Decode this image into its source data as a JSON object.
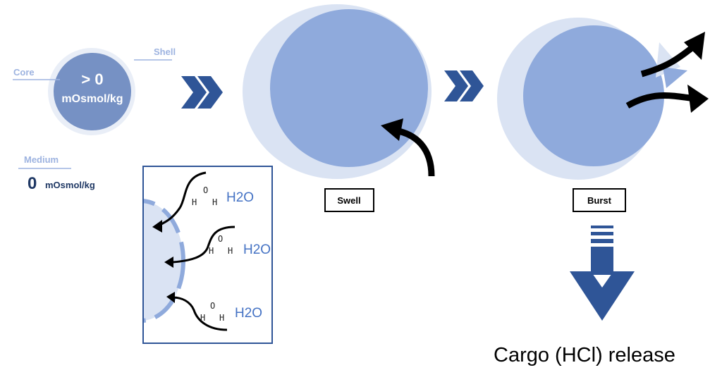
{
  "initial": {
    "core_label": "Core",
    "shell_label": "Shell",
    "core_value": "> 0",
    "core_unit": "mOsmol/kg"
  },
  "medium": {
    "label": "Medium",
    "value": "0",
    "unit": "mOsmol/kg"
  },
  "inset": {
    "molecule_label": "H2O",
    "atom_o": "O",
    "atom_h": "H"
  },
  "stages": {
    "swell": "Swell",
    "burst": "Burst"
  },
  "release_label": "Cargo (HCl) release",
  "colors": {
    "core": "#7691c4",
    "shell": "#e9eef7",
    "swollen_core": "#8faadc",
    "swollen_shell": "#dae3f3",
    "arrow": "#2f5597",
    "label": "#9db3e0",
    "navy": "#1f3864",
    "water": "#4472c4"
  }
}
